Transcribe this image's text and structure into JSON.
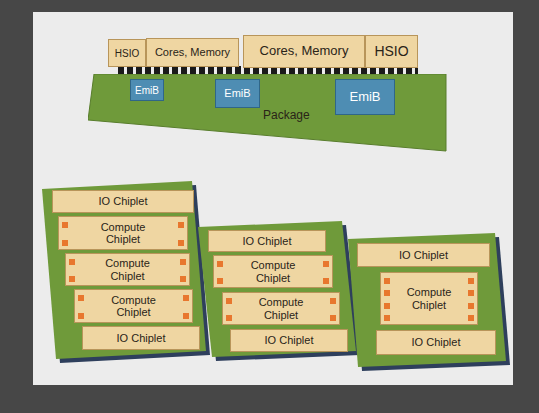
{
  "diagram": {
    "nodes": [
      {
        "text": [
          "HSIO"
        ]
      },
      {
        "text": [
          "Cores, Memory"
        ]
      },
      {
        "text": [
          "Cores, Memory"
        ]
      },
      {
        "text": [
          "HSIO"
        ]
      },
      {
        "text": [
          "Package"
        ]
      },
      {
        "text": [
          "EmiB"
        ],
        "in": 4
      },
      {
        "text": [
          "EmiB"
        ],
        "in": 4
      },
      {
        "text": [
          "EmiB"
        ],
        "in": 4
      },
      {
        "text": [
          "IO Chiplet"
        ]
      },
      {
        "text": [
          "Compute Chiplet"
        ]
      },
      {
        "text": [
          "Compute Chiplet"
        ]
      },
      {
        "text": [
          "Compute Chiplet"
        ]
      },
      {
        "text": [
          "IO Chiplet"
        ]
      },
      {
        "text": [
          "IO Chiplet"
        ]
      },
      {
        "text": [
          "Compute Chiplet"
        ]
      },
      {
        "text": [
          "Compute Chiplet"
        ]
      },
      {
        "text": [
          "IO Chiplet"
        ]
      },
      {
        "text": [
          "IO Chiplet"
        ]
      },
      {
        "text": [
          "Compute Chiplet"
        ]
      },
      {
        "text": [
          "IO Chiplet"
        ]
      }
    ]
  }
}
